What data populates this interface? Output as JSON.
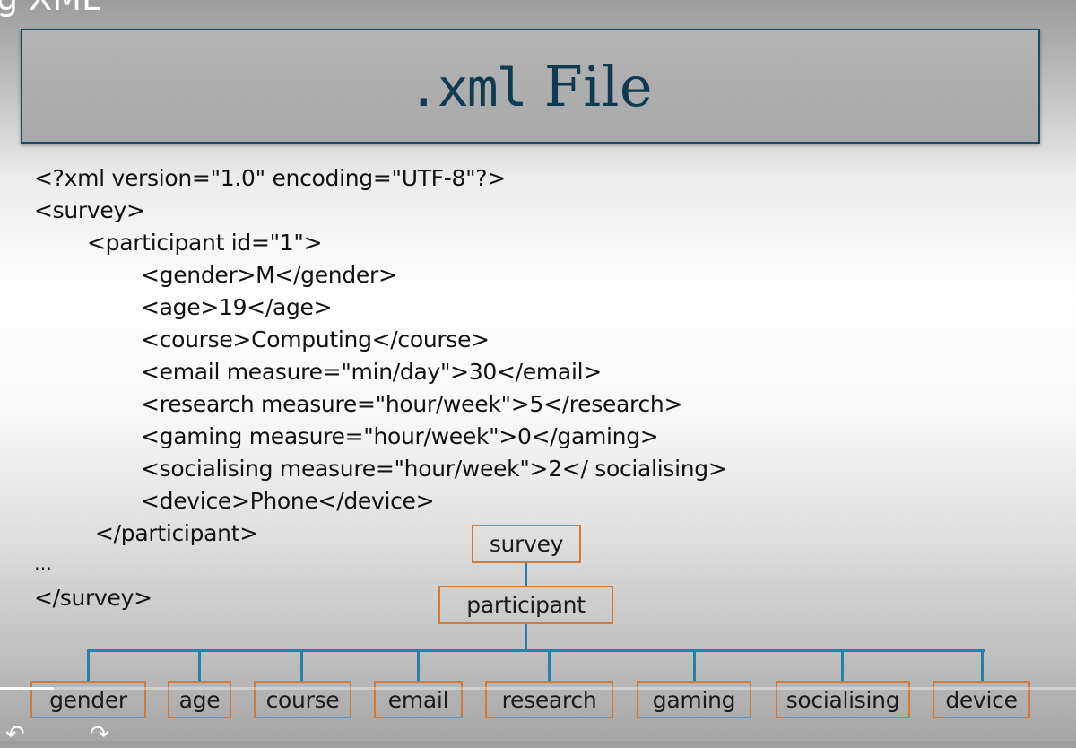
{
  "slide": {
    "top_heading_fragment": "g XML",
    "title_mono": ".xml",
    "title_rest": " File"
  },
  "code_lines": [
    "<?xml version=\"1.0\" encoding=\"UTF-8\"?>",
    "<survey>",
    "<participant id=\"1\">",
    "<gender>M</gender>",
    "<age>19</age>",
    "<course>Computing</course>",
    "<email measure=\"min/day\">30</email>",
    "<research measure=\"hour/week\">5</research>",
    "<gaming measure=\"hour/week\">0</gaming>",
    "<socialising measure=\"hour/week\">2</ socialising>",
    "<device>Phone</device>",
    "</participant>",
    "…",
    "</survey>"
  ],
  "tree": {
    "root": "survey",
    "child": "participant",
    "leaves": [
      "gender",
      "age",
      "course",
      "email",
      "research",
      "gaming",
      "socialising",
      "device"
    ],
    "box_color": "#cd7a3c",
    "connector_color": "#2a7fa8"
  },
  "player": {
    "progress_fraction": 0.05,
    "prev_icon": "back-arrow-icon",
    "next_icon": "forward-arrow-icon"
  }
}
